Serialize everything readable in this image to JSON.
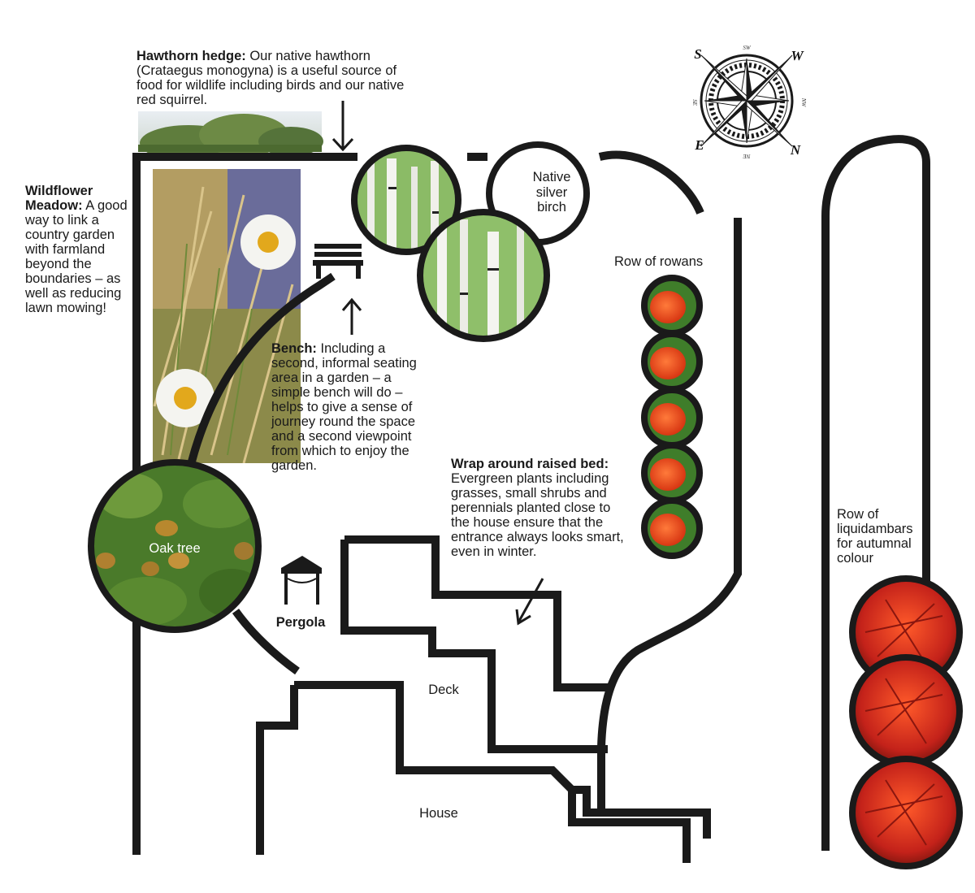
{
  "notes": {
    "hawthorn": {
      "heading": "Hawthorn hedge:",
      "text": " Our native hawthorn (Crataegus monogyna) is a useful source of food for wildlife including birds and our native red squirrel."
    },
    "wildflower": {
      "heading": "Wildflower Meadow:",
      "text": " A good way to link a country garden with farmland beyond the boundaries – as well as reducing lawn mowing!"
    },
    "bench": {
      "heading": "Bench:",
      "text": " Including a second, informal seating area in a garden – a simple bench will do – helps to give a sense of journey round the space and a second viewpoint from which to enjoy the garden."
    },
    "raised_bed": {
      "heading": "Wrap around raised bed:",
      "text": " Evergreen plants including grasses, small shrubs and perennials planted close to the house ensure that the entrance always looks smart, even in winter."
    }
  },
  "labels": {
    "silver_birch": [
      "Native",
      "silver",
      "birch"
    ],
    "rowans": "Row of rowans",
    "liquidambars": [
      "Row of",
      "liquidambars",
      "for autumnal",
      "colour"
    ],
    "oak": "Oak tree",
    "pergola": "Pergola",
    "deck": "Deck",
    "house": "House"
  },
  "compass": {
    "main": [
      "S",
      "W",
      "N",
      "E"
    ],
    "minor": [
      "SW",
      "NW",
      "NE",
      "SE"
    ]
  },
  "colors": {
    "outline": "#1a1a1a",
    "rowan_berry": "#e8401c",
    "rowan_leaf": "#3f7d2a",
    "liquidambar": "#c8281c",
    "birch_leaf": "#6fa84a",
    "oak_leaf": "#4d7a2c",
    "meadow": "#b8a572"
  }
}
